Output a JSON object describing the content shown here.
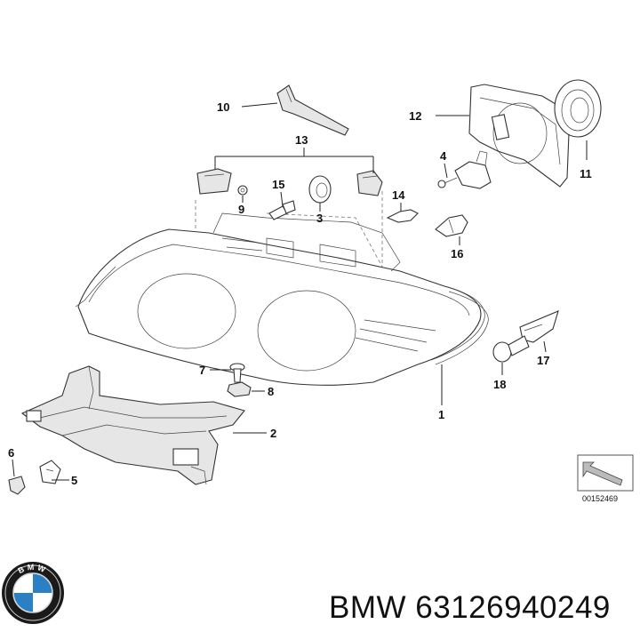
{
  "callouts": [
    {
      "id": "10",
      "label": "10"
    },
    {
      "id": "12",
      "label": "12"
    },
    {
      "id": "13",
      "label": "13"
    },
    {
      "id": "4",
      "label": "4"
    },
    {
      "id": "11",
      "label": "11"
    },
    {
      "id": "15",
      "label": "15"
    },
    {
      "id": "9",
      "label": "9"
    },
    {
      "id": "3",
      "label": "3"
    },
    {
      "id": "14",
      "label": "14"
    },
    {
      "id": "16",
      "label": "16"
    },
    {
      "id": "7",
      "label": "7"
    },
    {
      "id": "8",
      "label": "8"
    },
    {
      "id": "17",
      "label": "17"
    },
    {
      "id": "18",
      "label": "18"
    },
    {
      "id": "1",
      "label": "1"
    },
    {
      "id": "2",
      "label": "2"
    },
    {
      "id": "6",
      "label": "6"
    },
    {
      "id": "5",
      "label": "5"
    }
  ],
  "reference_code": "00152469",
  "brand": "BMW",
  "part_number": "63126940249",
  "brand_logo_letters": "BMW",
  "colors": {
    "logo_blue": "#2b7fc4",
    "logo_ring": "#1a1a1a",
    "line": "#222222"
  },
  "icons": [
    "bmw-roundel-icon",
    "direction-arrow-icon"
  ]
}
